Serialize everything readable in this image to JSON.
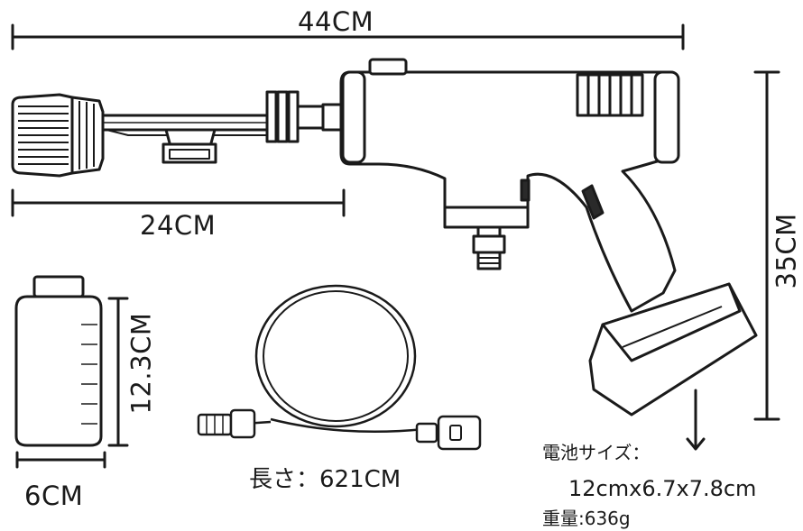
{
  "dimensions": {
    "overall_length": "44CM",
    "nozzle_length": "24CM",
    "height": "35CM",
    "bottle_height": "12.3CM",
    "bottle_width": "6CM"
  },
  "hose": {
    "length_label": "長さ：621CM"
  },
  "battery": {
    "size_label": "電池サイズ：",
    "size_value": "12cmx6.7x7.8cm",
    "weight_label": "重量:636g"
  },
  "colors": {
    "line": "#1a1a1a",
    "dark_part": "#2a2a2a",
    "fill": "#ffffff"
  }
}
